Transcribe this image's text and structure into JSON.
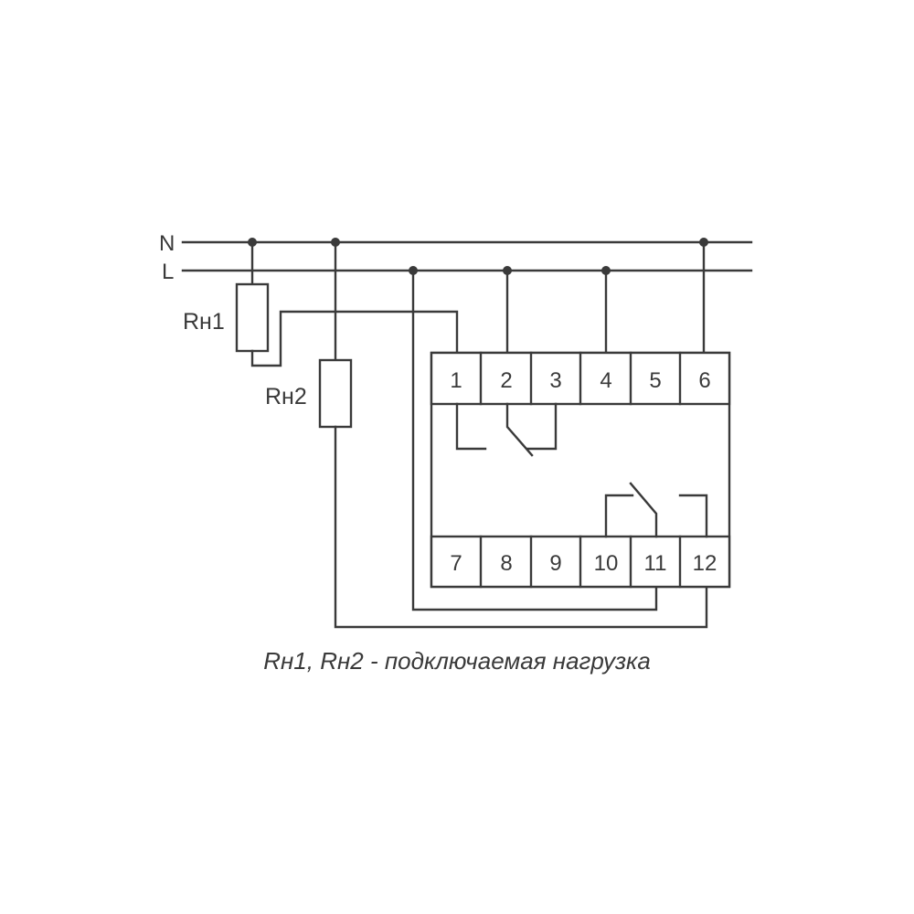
{
  "buses": {
    "neutral": "N",
    "line": "L"
  },
  "loads": {
    "rh1": "Rн1",
    "rh2": "Rн2"
  },
  "terminals": {
    "top": [
      "1",
      "2",
      "3",
      "4",
      "5",
      "6"
    ],
    "bottom": [
      "7",
      "8",
      "9",
      "10",
      "11",
      "12"
    ]
  },
  "caption": "Rн1, Rн2 - подключаемая нагрузка",
  "colors": {
    "line": "#3a3a3a",
    "background": "#ffffff"
  }
}
